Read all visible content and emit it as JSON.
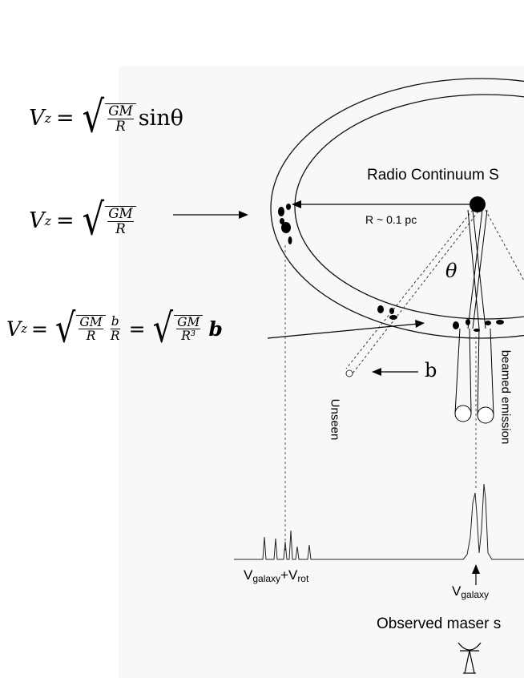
{
  "equations": {
    "eq1": {
      "lhs": "V",
      "sub": "z",
      "eq": "=",
      "num": "GM",
      "den": "R",
      "tail": "sinθ"
    },
    "eq2": {
      "lhs": "V",
      "sub": "z",
      "eq": "=",
      "num": "GM",
      "den": "R"
    },
    "eq3": {
      "lhs": "V",
      "sub": "z",
      "eq": "=",
      "num1": "GM",
      "den1": "R",
      "num2": "b",
      "den2": "R",
      "eq2": "=",
      "num3": "GM",
      "den3": "R³",
      "tail": "b"
    }
  },
  "labels": {
    "radio_continuum": "Radio Continuum S",
    "radius": "R ~ 0.1 pc",
    "theta": "θ",
    "b": "b",
    "unseen": "Unseen",
    "beamed": "beamed emission",
    "v_rot_main": "V",
    "v_rot_sub1": "galaxy",
    "v_rot_plus": "+V",
    "v_rot_sub2": "rot",
    "v_gal_main": "V",
    "v_gal_sub": "galaxy",
    "observed": "Observed maser s"
  },
  "colors": {
    "ink": "#000000",
    "panel": "#f8f8f8",
    "guide": "#555555"
  }
}
